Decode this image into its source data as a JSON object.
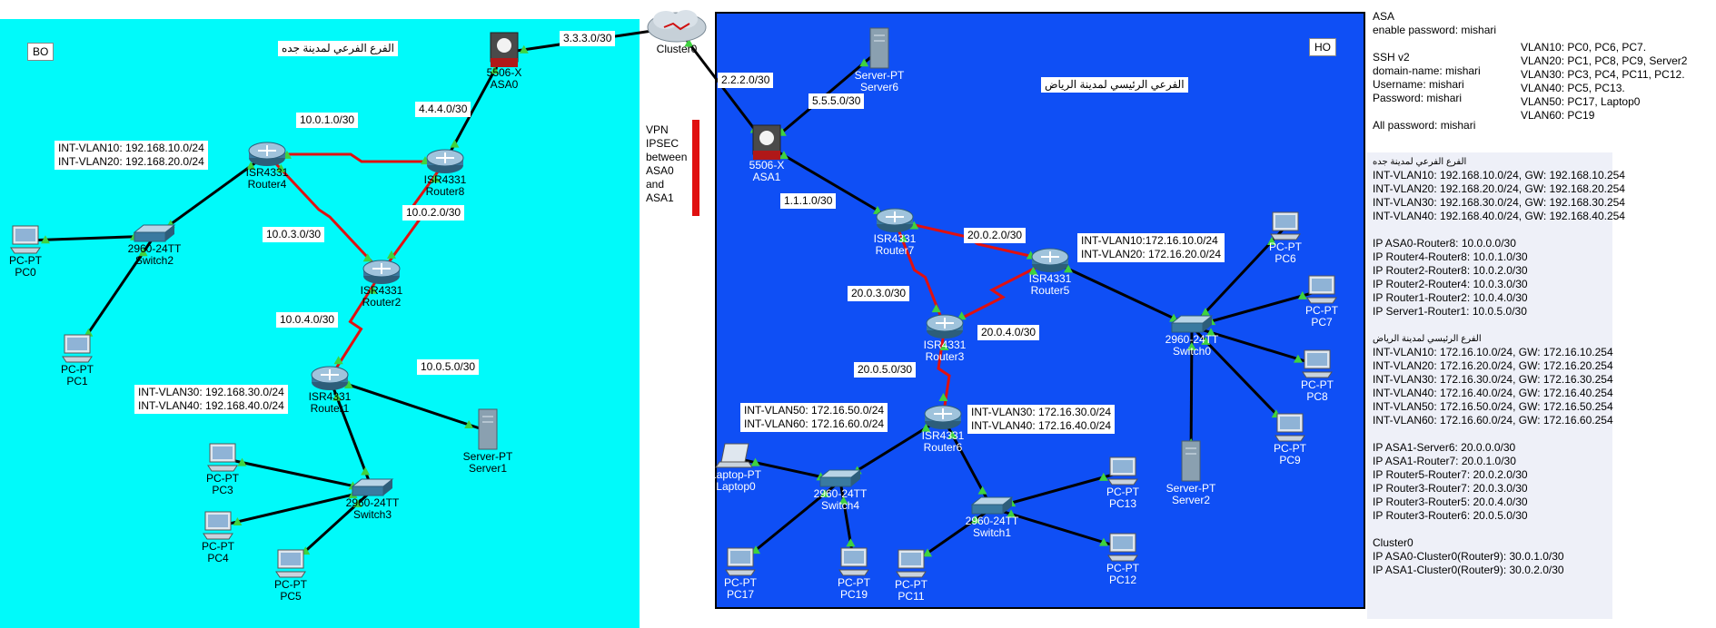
{
  "colors": {
    "branch_bg": "#00fafa",
    "ho_bg": "#0f4ff5",
    "serial_link": "#e01010",
    "ethernet_link": "#000000",
    "link_port": "#3fd23f"
  },
  "regions": {
    "branch_tag": "BO",
    "ho_tag": "HO",
    "branch_title": "الفرع الفرعي لمدينة جده",
    "ho_title": "الفرعي الرئيسي لمدينة الرياض"
  },
  "vpn_note": [
    "VPN",
    "IPSEC",
    "between",
    "ASA0",
    "and",
    "ASA1"
  ],
  "devices": {
    "cluster": {
      "name": "Cluster0",
      "icon": "cloud-icon"
    },
    "asa0": {
      "model": "5506-X",
      "name": "ASA0",
      "icon": "firewall-icon"
    },
    "asa1": {
      "model": "5506-X",
      "name": "ASA1",
      "icon": "firewall-icon"
    },
    "router4": {
      "model": "ISR4331",
      "name": "Router4",
      "icon": "router-icon"
    },
    "router8": {
      "model": "ISR4331",
      "name": "Router8",
      "icon": "router-icon"
    },
    "router2": {
      "model": "ISR4331",
      "name": "Router2",
      "icon": "router-icon"
    },
    "router1": {
      "model": "ISR4331",
      "name": "Router1",
      "icon": "router-icon"
    },
    "router7": {
      "model": "ISR4331",
      "name": "Router7",
      "icon": "router-icon"
    },
    "router5": {
      "model": "ISR4331",
      "name": "Router5",
      "icon": "router-icon"
    },
    "router3": {
      "model": "ISR4331",
      "name": "Router3",
      "icon": "router-icon"
    },
    "router6": {
      "model": "ISR4331",
      "name": "Router6",
      "icon": "router-icon"
    },
    "switch2": {
      "model": "2960-24TT",
      "name": "Switch2",
      "icon": "switch-icon"
    },
    "switch3": {
      "model": "2960-24TT",
      "name": "Switch3",
      "icon": "switch-icon"
    },
    "switch0": {
      "model": "2960-24TT",
      "name": "Switch0",
      "icon": "switch-icon"
    },
    "switch4": {
      "model": "2960-24TT",
      "name": "Switch4",
      "icon": "switch-icon"
    },
    "switch1": {
      "model": "2960-24TT",
      "name": "Switch1",
      "icon": "switch-icon"
    },
    "server1": {
      "model": "Server-PT",
      "name": "Server1",
      "icon": "server-icon"
    },
    "server2": {
      "model": "Server-PT",
      "name": "Server2",
      "icon": "server-icon"
    },
    "server6": {
      "model": "Server-PT",
      "name": "Server6",
      "icon": "server-icon"
    },
    "pc0": {
      "model": "PC-PT",
      "name": "PC0",
      "icon": "pc-icon"
    },
    "pc1": {
      "model": "PC-PT",
      "name": "PC1",
      "icon": "pc-icon"
    },
    "pc3": {
      "model": "PC-PT",
      "name": "PC3",
      "icon": "pc-icon"
    },
    "pc4": {
      "model": "PC-PT",
      "name": "PC4",
      "icon": "pc-icon"
    },
    "pc5": {
      "model": "PC-PT",
      "name": "PC5",
      "icon": "pc-icon"
    },
    "pc6": {
      "model": "PC-PT",
      "name": "PC6",
      "icon": "pc-icon"
    },
    "pc7": {
      "model": "PC-PT",
      "name": "PC7",
      "icon": "pc-icon"
    },
    "pc8": {
      "model": "PC-PT",
      "name": "PC8",
      "icon": "pc-icon"
    },
    "pc9": {
      "model": "PC-PT",
      "name": "PC9",
      "icon": "pc-icon"
    },
    "pc11": {
      "model": "PC-PT",
      "name": "PC11",
      "icon": "pc-icon"
    },
    "pc12": {
      "model": "PC-PT",
      "name": "PC12",
      "icon": "pc-icon"
    },
    "pc13": {
      "model": "PC-PT",
      "name": "PC13",
      "icon": "pc-icon"
    },
    "pc17": {
      "model": "PC-PT",
      "name": "PC17",
      "icon": "pc-icon"
    },
    "pc19": {
      "model": "PC-PT",
      "name": "PC19",
      "icon": "pc-icon"
    },
    "laptop0": {
      "model": "Laptop-PT",
      "name": "Laptop0",
      "icon": "laptop-icon"
    }
  },
  "net_labels": {
    "cluster_asa0": "3.3.3.0/30",
    "cluster_asa1": "2.2.2.0/30",
    "asa0_router8": "4.4.4.0/30",
    "router4_router8": "10.0.1.0/30",
    "router8_router2": "10.0.2.0/30",
    "router4_router2": "10.0.3.0/30",
    "router2_router1": "10.0.4.0/30",
    "router1_server1": "10.0.5.0/30",
    "asa1_server6": "5.5.5.0/30",
    "asa1_router7": "1.1.1.0/30",
    "router7_router5": "20.0.2.0/30",
    "router7_router3": "20.0.3.0/30",
    "router5_router3": "20.0.4.0/30",
    "router3_router6": "20.0.5.0/30",
    "router4_vlans": [
      "INT-VLAN10:  192.168.10.0/24",
      "INT-VLAN20:  192.168.20.0/24"
    ],
    "router1_vlans": [
      "INT-VLAN30:  192.168.30.0/24",
      "INT-VLAN40:  192.168.40.0/24"
    ],
    "router5_vlans": [
      "INT-VLAN10:172.16.10.0/24",
      "INT-VLAN20:  172.16.20.0/24"
    ],
    "router6_vlans_a": [
      "INT-VLAN50:  172.16.50.0/24",
      "INT-VLAN60:  172.16.60.0/24"
    ],
    "router6_vlans_b": [
      "INT-VLAN30:  172.16.30.0/24",
      "INT-VLAN40:  172.16.40.0/24"
    ]
  },
  "side_notes": {
    "credentials": [
      "ASA",
      "enable password: mishari",
      "",
      "SSH v2",
      "domain-name: mishari",
      "Username: mishari",
      "Password: mishari",
      "",
      "All password: mishari"
    ],
    "vlans": [
      "VLAN10: PC0, PC6, PC7.",
      "VLAN20: PC1, PC8, PC9, Server2",
      "VLAN30: PC3, PC4, PC11, PC12.",
      "VLAN40: PC5, PC13.",
      "VLAN50: PC17, Laptop0",
      "VLAN60: PC19"
    ],
    "branch_header": "الفرع الفرعي لمدينة جده",
    "branch_gw": [
      "INT-VLAN10: 192.168.10.0/24, GW: 192.168.10.254",
      "INT-VLAN20: 192.168.20.0/24, GW: 192.168.20.254",
      "INT-VLAN30: 192.168.30.0/24, GW: 192.168.30.254",
      "INT-VLAN40: 192.168.40.0/24, GW: 192.168.40.254"
    ],
    "branch_links": [
      "IP ASA0-Router8: 10.0.0.0/30",
      "IP Router4-Router8: 10.0.1.0/30",
      "IP Router2-Router8: 10.0.2.0/30",
      "IP Router2-Router4: 10.0.3.0/30",
      "IP Router1-Router2: 10.0.4.0/30",
      "IP Server1-Router1: 10.0.5.0/30"
    ],
    "ho_header": "الفرع الرئيسي لمدينة الرياض",
    "ho_gw": [
      "INT-VLAN10: 172.16.10.0/24, GW: 172.16.10.254",
      "INT-VLAN20: 172.16.20.0/24, GW: 172.16.20.254",
      "INT-VLAN30: 172.16.30.0/24, GW: 172.16.30.254",
      "INT-VLAN40: 172.16.40.0/24, GW: 172.16.40.254",
      "INT-VLAN50: 172.16.50.0/24, GW: 172.16.50.254",
      "INT-VLAN60: 172.16.60.0/24, GW: 172.16.60.254"
    ],
    "ho_links": [
      "IP ASA1-Server6: 20.0.0.0/30",
      "IP ASA1-Router7: 20.0.1.0/30",
      "IP Router5-Router7: 20.0.2.0/30",
      "IP Router3-Router7: 20.0.3.0/30",
      "IP Router3-Router5: 20.0.4.0/30",
      "IP Router3-Router6: 20.0.5.0/30"
    ],
    "cluster_header": "Cluster0",
    "cluster_links": [
      "IP ASA0-Cluster0(Router9): 30.0.1.0/30",
      "IP ASA1-Cluster0(Router9): 30.0.2.0/30"
    ]
  }
}
